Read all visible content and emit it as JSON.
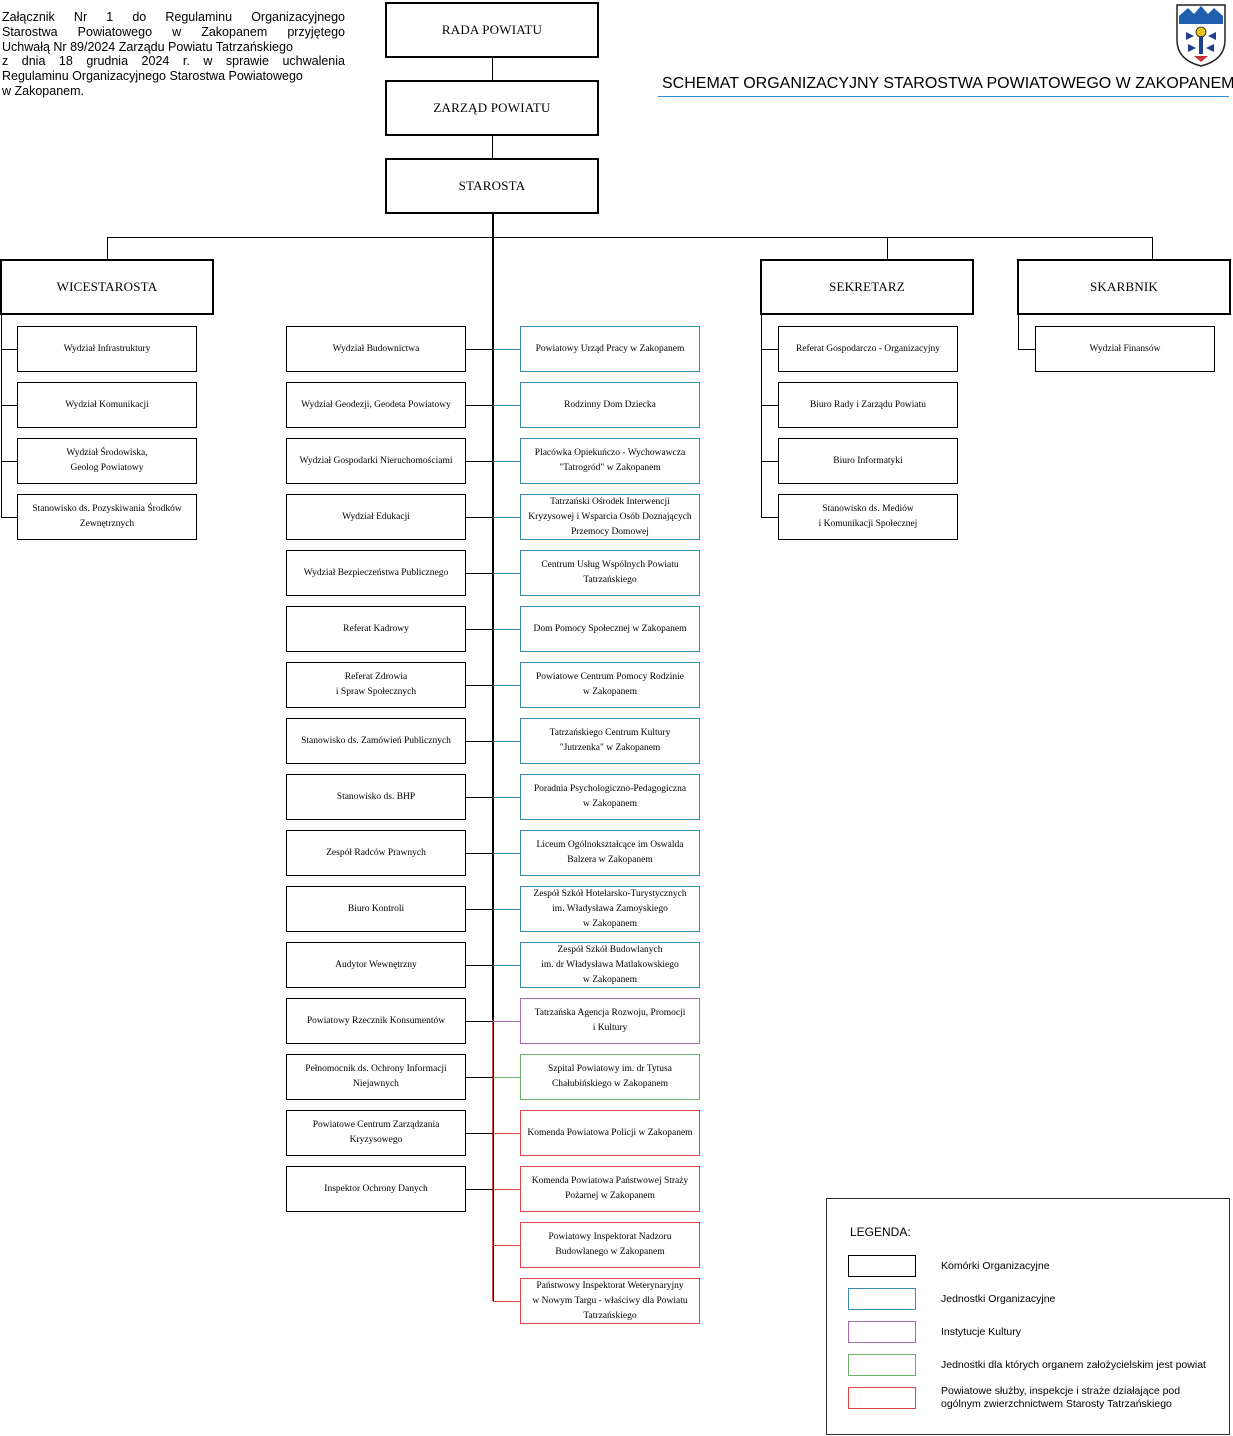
{
  "header_note": {
    "line1": "Załącznik Nr 1 do Regulaminu Organizacyjnego",
    "line2": "Starostwa Powiatowego w Zakopanem przyjętego",
    "line3": "Uchwałą Nr 89/2024 Zarządu Powiatu Tatrzańskiego",
    "line4": "z dnia 18 grudnia 2024 r. w sprawie uchwalenia",
    "line5": "Regulaminu Organizacyjnego Starostwa Powiatowego",
    "line6": "w Zakopanem."
  },
  "title": "SCHEMAT ORGANIZACYJNY STAROSTWA POWIATOWEGO W ZAKOPANEM",
  "top": {
    "rada": "RADA POWIATU",
    "zarzad": "ZARZĄD POWIATU",
    "starosta": "STAROSTA"
  },
  "branches": {
    "wicestarosta": "WICESTAROSTA",
    "sekretarz": "SEKRETARZ",
    "skarbnik": "SKARBNIK"
  },
  "wicestarosta_units": [
    [
      "Wydział Infrastruktury"
    ],
    [
      "Wydział Komunikacji"
    ],
    [
      "Wydział Środowiska,",
      "Geolog Powiatowy"
    ],
    [
      "Stanowisko ds. Pozyskiwania Środków",
      "Zewnętrznych"
    ]
  ],
  "sekretarz_units": [
    [
      "Referat Gospodarczo - Organizacyjny"
    ],
    [
      "Biuro Rady i Zarządu Powiatu"
    ],
    [
      "Biuro Informatyki"
    ],
    [
      "Stanowisko ds. Mediów",
      "i Komunikacji Społecznej"
    ]
  ],
  "skarbnik_units": [
    [
      "Wydział Finansów"
    ]
  ],
  "starosta_units": [
    [
      "Wydział Budownictwa"
    ],
    [
      "Wydział Geodezji, Geodeta Powiatowy"
    ],
    [
      "Wydział Gospodarki  Nieruchomościami"
    ],
    [
      "Wydział Edukacji"
    ],
    [
      "Wydział Bezpieczeństwa Publicznego"
    ],
    [
      "Referat Kadrowy"
    ],
    [
      "Referat Zdrowia",
      "i Spraw Społecznych"
    ],
    [
      "Stanowisko ds. Zamówień Publicznych"
    ],
    [
      "Stanowisko ds. BHP"
    ],
    [
      "Zespół Radców Prawnych"
    ],
    [
      "Biuro Kontroli"
    ],
    [
      "Audytor Wewnętrzny"
    ],
    [
      "Powiatowy Rzecznik Konsumentów"
    ],
    [
      "Pełnomocnik ds. Ochrony Informacji",
      "Niejawnych"
    ],
    [
      "Powiatowe Centrum Zarządzania",
      "Kryzysowego"
    ],
    [
      "Inspektor Ochrony Danych"
    ]
  ],
  "starosta_entities": [
    {
      "lines": [
        "Powiatowy Urząd Pracy w Zakopanem"
      ],
      "kind": "blue"
    },
    {
      "lines": [
        "Rodzinny Dom Dziecka"
      ],
      "kind": "blue"
    },
    {
      "lines": [
        "Placówka Opiekuńczo - Wychowawcza",
        "\"Tatrogród\" w Zakopanem"
      ],
      "kind": "blue"
    },
    {
      "lines": [
        "Tatrzański Ośrodek Interwencji",
        "Kryzysowej i Wsparcia Osób Doznających",
        "Przemocy Domowej"
      ],
      "kind": "blue"
    },
    {
      "lines": [
        "Centrum Usług Wspólnych Powiatu",
        "Tatrzańskiego"
      ],
      "kind": "blue"
    },
    {
      "lines": [
        "Dom Pomocy Społecznej w Zakopanem"
      ],
      "kind": "blue"
    },
    {
      "lines": [
        "Powiatowe Centrum Pomocy Rodzinie",
        "w Zakopanem"
      ],
      "kind": "blue"
    },
    {
      "lines": [
        "Tatrzańskiego Centrum Kultury",
        "\"Jutrzenka\"  w Zakopanem"
      ],
      "kind": "blue"
    },
    {
      "lines": [
        "Poradnia Psychologiczno-Pedagogiczna",
        "w Zakopanem"
      ],
      "kind": "blue"
    },
    {
      "lines": [
        "Liceum Ogólnokształcące im Oswalda",
        "Balzera w Zakopanem"
      ],
      "kind": "blue"
    },
    {
      "lines": [
        "Zespół Szkół Hotelarsko-Turystycznych",
        "im. Władysława Zamoyskiego",
        "w Zakopanem"
      ],
      "kind": "blue"
    },
    {
      "lines": [
        "Zespół Szkół Budowlanych",
        "im. dr Władysława Matlakowskiego",
        "w Zakopanem"
      ],
      "kind": "blue"
    },
    {
      "lines": [
        "Tatrzańska Agencja Rozwoju, Promocji",
        "i Kultury"
      ],
      "kind": "purple"
    },
    {
      "lines": [
        "Szpital Powiatowy im. dr Tytusa",
        "Chałubińskiego w Zakopanem"
      ],
      "kind": "green"
    },
    {
      "lines": [
        "Komenda Powiatowa Policji w Zakopanem"
      ],
      "kind": "red"
    },
    {
      "lines": [
        "Komenda Powiatowa Państwowej Straży",
        "Pożarnej w Zakopanem"
      ],
      "kind": "red"
    },
    {
      "lines": [
        "Powiatowy Inspektorat Nadzoru",
        "Budowlanego w Zakopanem"
      ],
      "kind": "red"
    },
    {
      "lines": [
        "Państwowy Inspektorat Weterynaryjny",
        "w Nowym Targu - właściwy dla Powiatu",
        "Tatrzańskiego"
      ],
      "kind": "red"
    }
  ],
  "legend": {
    "title": "LEGENDA:",
    "items": [
      {
        "label": [
          "Komórki Organizacyjne"
        ],
        "color": "#000000"
      },
      {
        "label": [
          "Jednostki Organizacyjne"
        ],
        "color": "#3a8bb0"
      },
      {
        "label": [
          "Instytucje Kultury"
        ],
        "color": "#a96bb0"
      },
      {
        "label": [
          "Jednostki dla których organem założycielskim jest powiat"
        ],
        "color": "#69b06b"
      },
      {
        "label": [
          "Powiatowe służby, inspekcje i straże działające pod",
          "ogólnym zwierzchnictwem Starosty Tatrzańskiego"
        ],
        "color": "#e04545"
      }
    ]
  },
  "colors": {
    "blue": "#3a8bb0",
    "purple": "#a96bb0",
    "green": "#69b06b",
    "red": "#e04545",
    "title_underline": "#2a8cd0"
  },
  "icons": {
    "crest": "coat-of-arms-icon"
  }
}
